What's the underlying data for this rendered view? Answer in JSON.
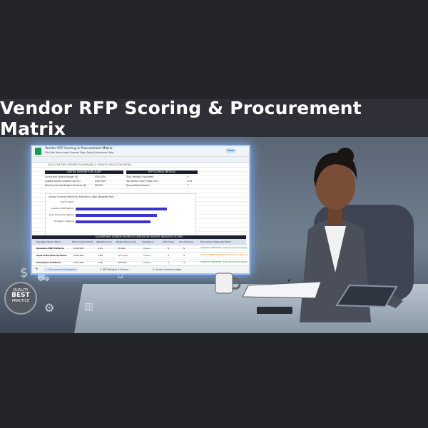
{
  "title": "Vendor RFP Scoring & Procurement Matrix",
  "spreadsheet": {
    "doc_name": "Vendor RFP Scoring & Procurement Matrix",
    "menu": [
      "File",
      "Edit",
      "View",
      "Insert",
      "Format",
      "Data",
      "Tools",
      "Extensions",
      "Help"
    ],
    "share_label": "Share",
    "formula_bar": "EXECUTIVE PROCUREMENT DASHBOARD & VENDOR EVALUATION MATRIX",
    "capex_banner": "CAPITAL EXPENDITURE AUDIT",
    "rfp_banner": "RFP SCORING METRICS",
    "capex_rows": [
      {
        "label": "Authorized Spend Budget ($)",
        "value": "$500,000"
      },
      {
        "label": "Lowest Vendor Quoted Cost ($)",
        "value": "$345,000"
      },
      {
        "label": "Winning Vendor Budget Variance ($)",
        "value": "$6,000"
      }
    ],
    "rfp_rows": [
      {
        "label": "Total Vendors Evaluated",
        "value": "4"
      },
      {
        "label": "Top Vendor Score (Max 100)",
        "value": "4.15"
      },
      {
        "label": "Disqualified Vendors",
        "value": "1"
      }
    ],
    "chart_title": "Vendor Scoring Hierarchy (Ranked by Total Weighted Roll)",
    "table_banner": "ALGORITHMIC VENDOR SHORTLIST (SORTED BY HIGHEST WEIGHTED SCORE)",
    "table_columns": [
      "Evaluated Vendor Name",
      "Total Quoted Cost ($)",
      "Weighted Score",
      "Budget Variance ($)",
      "Compliance",
      "Tech Score",
      "Security Score",
      "Procurement Diagnostic Matrix"
    ],
    "table_rows": [
      {
        "vendor": "Quantum ERP Platform",
        "cost": "$345,000",
        "score": "4.25",
        "variance": "$5,000",
        "compliance": "Passed",
        "tech": "5",
        "security": "5",
        "diagnostic": "SHORTLIST APPROVED: Viable Procurement Target",
        "diag_color": "#1b8a3a"
      },
      {
        "vendor": "Apex Enterprise Systems",
        "cost": "$385,000",
        "score": "3.80",
        "variance": "($25,000)",
        "compliance": "Passed",
        "tech": "4",
        "security": "4",
        "diagnostic": "CLOSE RUNNER: Negotiate SLA Exception Required",
        "diag_color": "#e07a00"
      },
      {
        "vendor": "CloudSync Solutions",
        "cost": "$310,000",
        "score": "3.50",
        "variance": "$90,000",
        "compliance": "Passed",
        "tech": "3",
        "security": "4",
        "diagnostic": "SHORTLIST APPROVED: Viable Procurement Target",
        "diag_color": "#1b8a3a"
      }
    ],
    "tabs": [
      "1. Procurement Dashboard",
      "2. RFP Weights & Scoring",
      "3. Vendor Scoring Ledger"
    ]
  },
  "chart_data": {
    "type": "bar",
    "title": "Vendor Scoring Hierarchy (Ranked by Total Weighted Roll)",
    "categories": [
      "Vendor Name",
      "Quantum ERP Platform",
      "Apex Enterprise Systems",
      "CloudSync Solutions"
    ],
    "values": [
      0,
      4.25,
      3.8,
      3.5
    ],
    "xlabel": "",
    "ylabel": "",
    "xlim": [
      0,
      5
    ],
    "bar_color": "#3d35c9"
  },
  "badge": {
    "top": "QUALITY",
    "middle": "BEST",
    "bottom": "PRACTICE"
  },
  "colors": {
    "background": "#24252b",
    "title_band": "#2f3037",
    "accent_bar": "#3d35c9",
    "glow": "#9fc7ff"
  }
}
